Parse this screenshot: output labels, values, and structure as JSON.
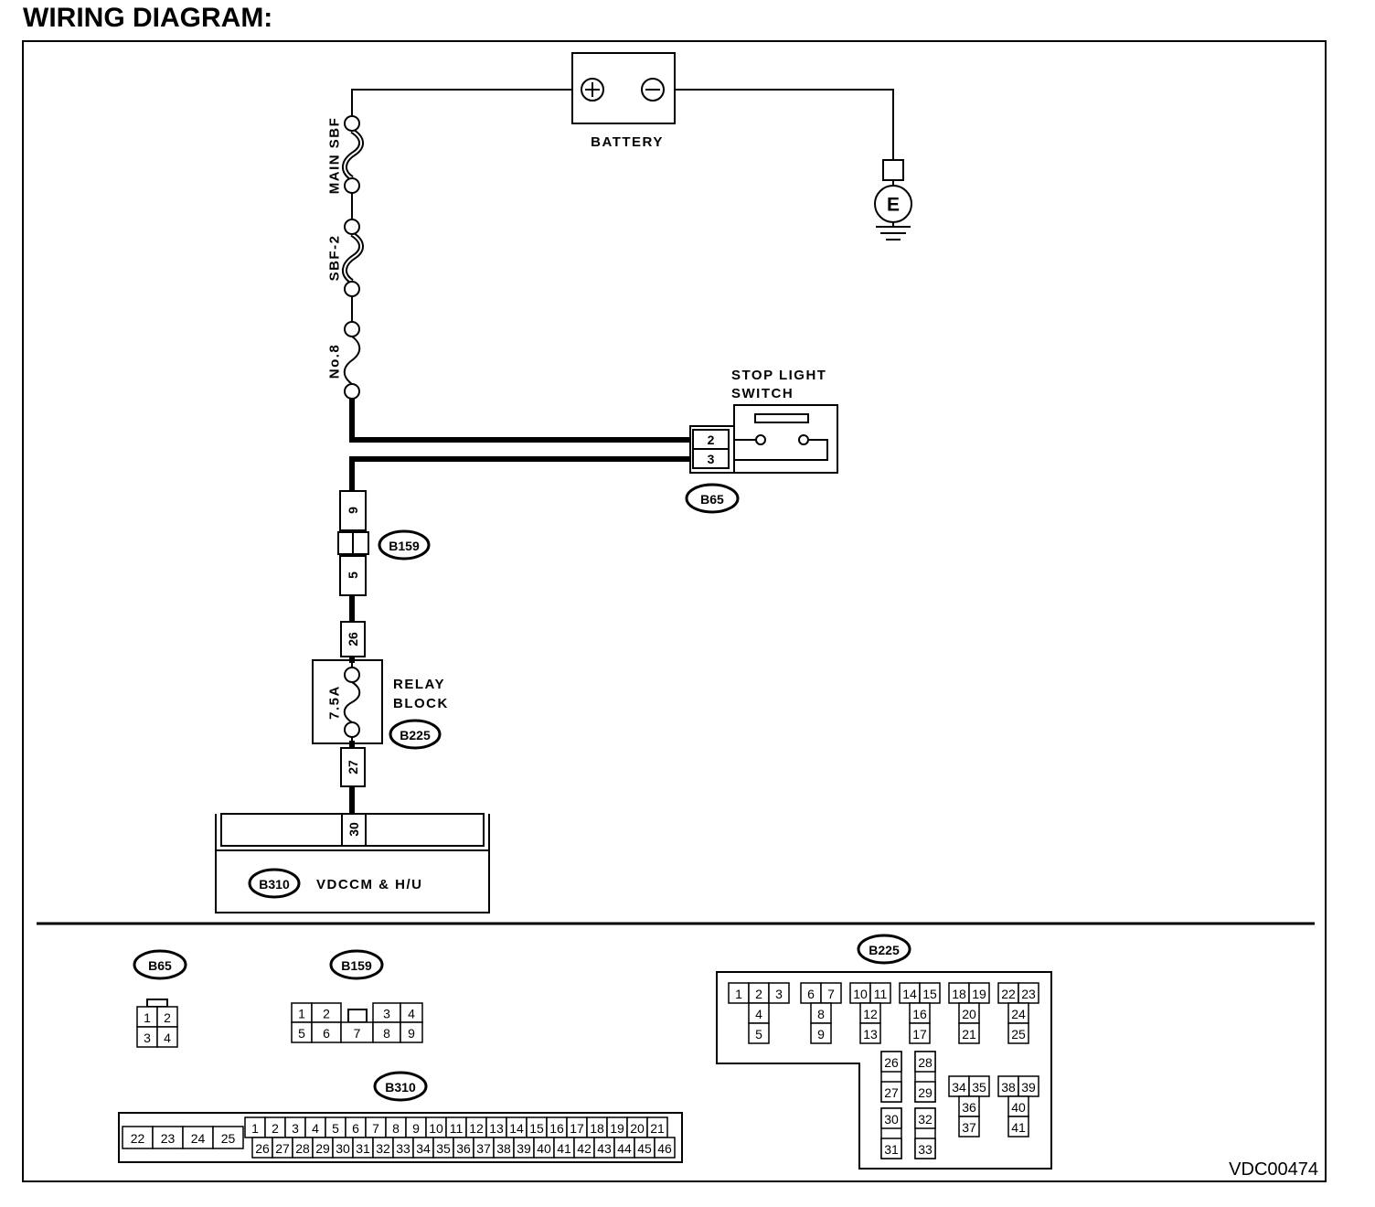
{
  "title": "WIRING DIAGRAM:",
  "figure_code": "VDC00474",
  "battery": {
    "label": "BATTERY"
  },
  "ground": {
    "label": "E"
  },
  "fuses": {
    "main_sbf": "MAIN SBF",
    "sbf_2": "SBF-2",
    "no_8": "No.8",
    "relay_block_fuse": "7.5A"
  },
  "stop_light_switch": {
    "label": [
      "STOP LIGHT",
      "SWITCH"
    ]
  },
  "relay_block": {
    "label": [
      "RELAY",
      "BLOCK"
    ]
  },
  "module": {
    "label": "VDCCM & H/U"
  },
  "connectors": {
    "b65": {
      "id": "B65",
      "pins": [
        "2",
        "3"
      ]
    },
    "b159": {
      "id": "B159",
      "pins": [
        "9",
        "5"
      ]
    },
    "b225": {
      "id": "B225",
      "pins": [
        "26",
        "27"
      ]
    },
    "b310": {
      "id": "B310",
      "pins": [
        "30"
      ]
    }
  },
  "connector_faces": {
    "b65": {
      "pins": [
        "1",
        "2",
        "3",
        "4"
      ]
    },
    "b159": {
      "pins": [
        "1",
        "2",
        "3",
        "4",
        "5",
        "6",
        "7",
        "8",
        "9"
      ]
    },
    "b310": {
      "pins_left": [
        "22",
        "23",
        "24",
        "25"
      ],
      "pins_top": [
        "1",
        "2",
        "3",
        "4",
        "5",
        "6",
        "7",
        "8",
        "9",
        "10",
        "11",
        "12",
        "13",
        "14",
        "15",
        "16",
        "17",
        "18",
        "19",
        "20",
        "21"
      ],
      "pins_bottom": [
        "26",
        "27",
        "28",
        "29",
        "30",
        "31",
        "32",
        "33",
        "34",
        "35",
        "36",
        "37",
        "38",
        "39",
        "40",
        "41",
        "42",
        "43",
        "44",
        "45",
        "46"
      ]
    },
    "b225": {
      "pins": [
        "1",
        "2",
        "3",
        "4",
        "5",
        "6",
        "7",
        "8",
        "9",
        "10",
        "11",
        "12",
        "13",
        "14",
        "15",
        "16",
        "17",
        "18",
        "19",
        "20",
        "21",
        "22",
        "23",
        "24",
        "25",
        "26",
        "27",
        "28",
        "29",
        "30",
        "31",
        "32",
        "33",
        "34",
        "35",
        "36",
        "37",
        "38",
        "39",
        "40",
        "41"
      ]
    }
  }
}
